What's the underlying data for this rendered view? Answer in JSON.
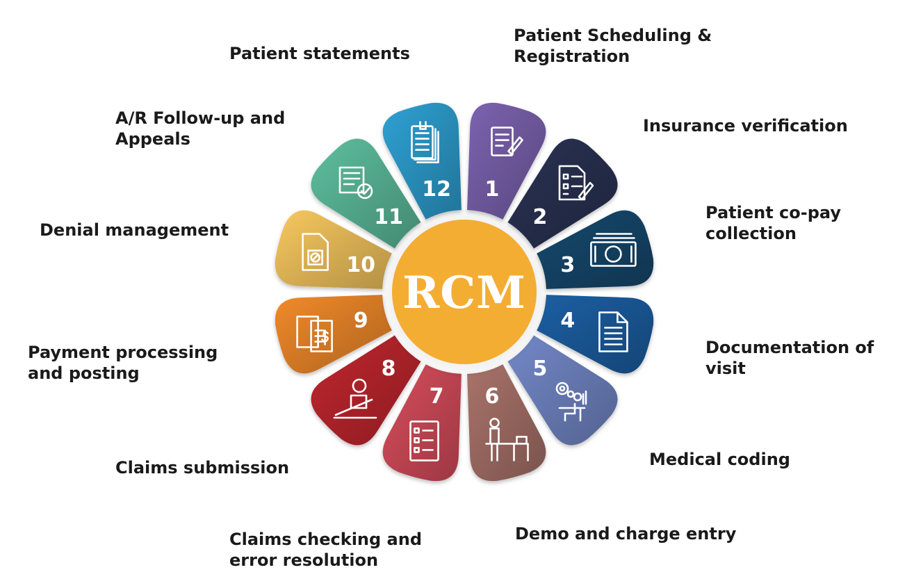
{
  "hub": {
    "label": "RCM",
    "color": "#F4AD33"
  },
  "steps": [
    {
      "number": "1",
      "label": "Patient Scheduling &\nRegistration",
      "color": "#7C63B0",
      "icon": "form-pen-icon"
    },
    {
      "number": "2",
      "label": "Insurance verification",
      "color": "#2A3352",
      "icon": "checklist-pencil-icon"
    },
    {
      "number": "3",
      "label": "Patient co-pay\ncollection",
      "color": "#17486E",
      "icon": "banknote-stack-icon"
    },
    {
      "number": "4",
      "label": "Documentation of\nvisit",
      "color": "#1E5FA3",
      "icon": "document-icon"
    },
    {
      "number": "5",
      "label": "Medical coding",
      "color": "#7388C8",
      "icon": "coder-at-desk-icon"
    },
    {
      "number": "6",
      "label": "Demo and charge entry",
      "color": "#A9736A",
      "icon": "clerk-at-desk-icon"
    },
    {
      "number": "7",
      "label": "Claims checking and\nerror resolution",
      "color": "#D84D5C",
      "icon": "checklist-form-icon"
    },
    {
      "number": "8",
      "label": "Claims submission",
      "color": "#C1272D",
      "icon": "person-at-laptop-icon"
    },
    {
      "number": "9",
      "label": "Payment processing\nand posting",
      "color": "#F18A2A",
      "icon": "invoice-dollar-icon"
    },
    {
      "number": "10",
      "label": "Denial management",
      "color": "#F8C85E",
      "icon": "denied-document-icon"
    },
    {
      "number": "11",
      "label": "A/R Follow-up and\nAppeals",
      "color": "#5DBE9E",
      "icon": "approved-document-icon"
    },
    {
      "number": "12",
      "label": "Patient statements",
      "color": "#2EA1D3",
      "icon": "statement-pages-icon"
    }
  ]
}
